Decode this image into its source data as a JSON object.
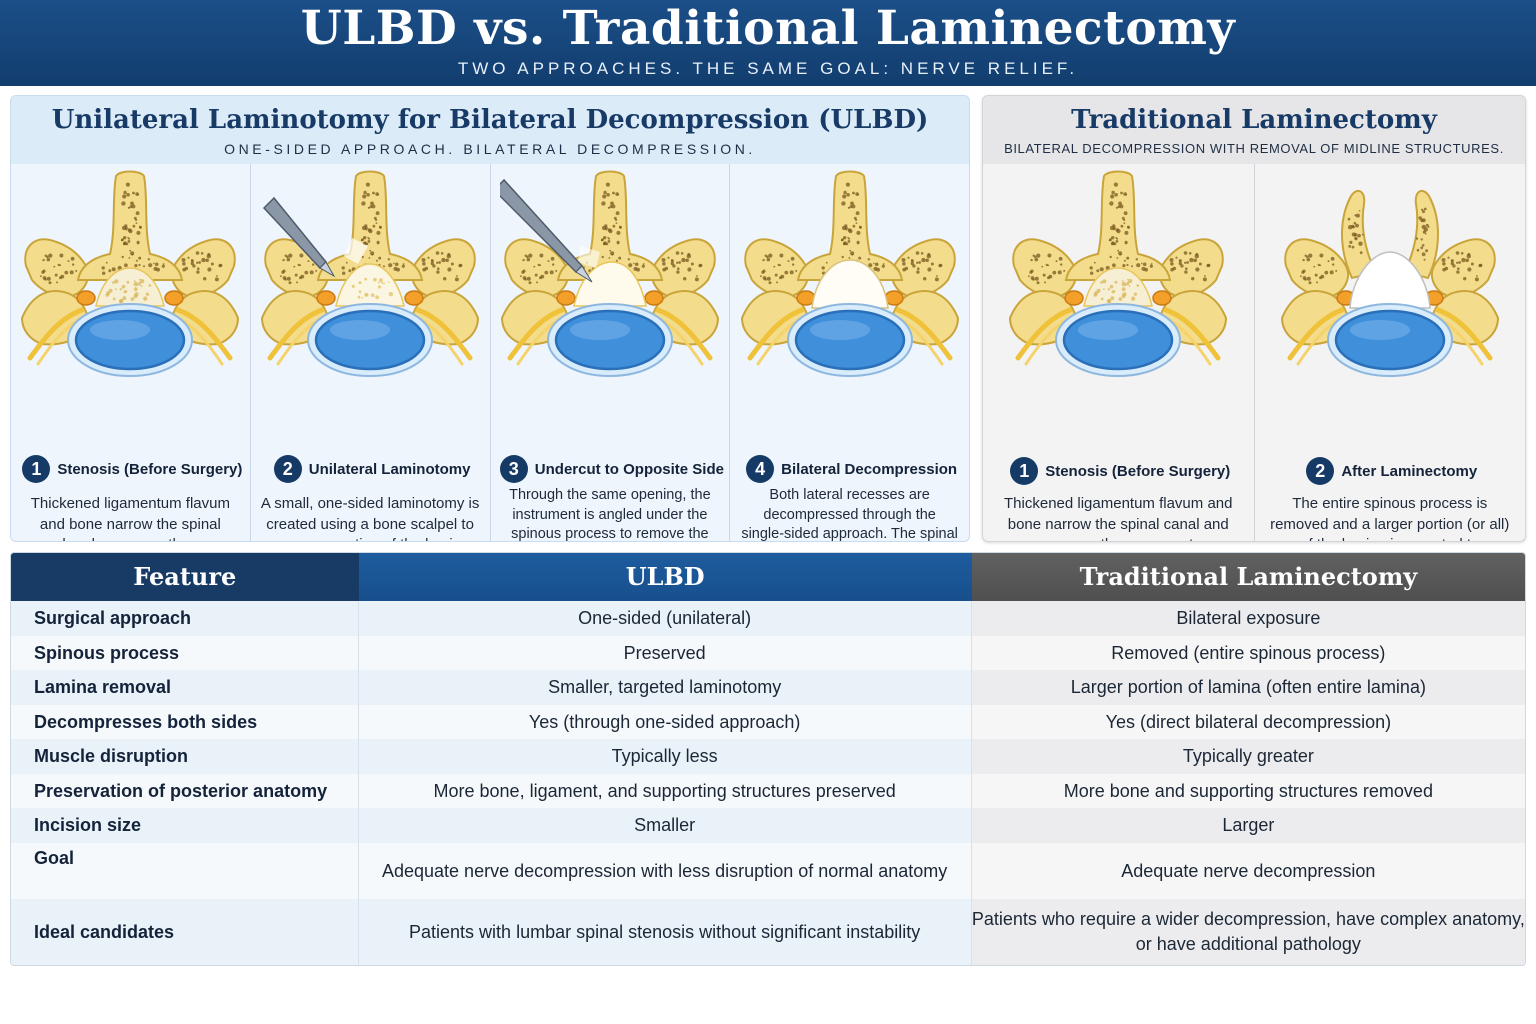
{
  "header": {
    "title": "ULBD vs. Traditional Laminectomy",
    "subtitle": "TWO APPROACHES. THE SAME GOAL: NERVE RELIEF."
  },
  "ulbd_panel": {
    "title": "Unilateral Laminotomy for Bilateral Decompression (ULBD)",
    "subtitle": "ONE-SIDED APPROACH. BILATERAL DECOMPRESSION.",
    "steps": [
      {
        "number": "1",
        "title": "Stenosis (Before Surgery)",
        "description": "Thickened ligamentum flavum and bone narrow the spinal canal and compress the nerve roots."
      },
      {
        "number": "2",
        "title": "Unilateral Laminotomy",
        "description": "A small, one-sided laminotomy is created using a bone scalpel to remove a portion of the lamina."
      },
      {
        "number": "3",
        "title": "Undercut to Opposite Side",
        "description": "Through the same opening, the instrument is angled under the spinous process to remove the remaining ligament and bone on the opposite side."
      },
      {
        "number": "4",
        "title": "Bilateral Decompression",
        "description": "Both lateral recesses are decompressed through the single-sided approach. The spinal canal is more open and the nerve roots have room."
      }
    ]
  },
  "trad_panel": {
    "title": "Traditional Laminectomy",
    "subtitle": "BILATERAL DECOMPRESSION WITH REMOVAL OF MIDLINE STRUCTURES.",
    "steps": [
      {
        "number": "1",
        "title": "Stenosis (Before Surgery)",
        "description": "Thickened ligamentum flavum and bone narrow the spinal canal and compress the nerve roots."
      },
      {
        "number": "2",
        "title": "After Laminectomy",
        "description": "The entire spinous process is removed and a larger portion (or all) of the lamina is resected to decompress both sides."
      }
    ]
  },
  "table": {
    "headers": [
      "Feature",
      "ULBD",
      "Traditional Laminectomy"
    ],
    "rows": [
      [
        "Surgical approach",
        "One-sided (unilateral)",
        "Bilateral exposure"
      ],
      [
        "Spinous process",
        "Preserved",
        "Removed (entire spinous process)"
      ],
      [
        "Lamina removal",
        "Smaller, targeted laminotomy",
        "Larger portion of lamina (often entire lamina)"
      ],
      [
        "Decompresses both sides",
        "Yes (through one-sided approach)",
        "Yes (direct bilateral decompression)"
      ],
      [
        "Muscle disruption",
        "Typically less",
        "Typically greater"
      ],
      [
        "Preservation of posterior anatomy",
        "More bone, ligament, and supporting structures preserved",
        "More bone and supporting structures removed"
      ],
      [
        "Incision size",
        "Smaller",
        "Larger"
      ],
      [
        "Goal",
        "Adequate nerve decompression with less disruption of normal anatomy",
        "Adequate nerve decompression"
      ],
      [
        "Ideal candidates",
        "Patients with lumbar spinal stenosis without significant instability",
        "Patients who require a wider decompression, have complex anatomy, or have additional pathology"
      ]
    ]
  },
  "colors": {
    "header_blue": "#123d6e",
    "bone": "#f3dc8c",
    "bone_edge": "#c9a43a",
    "ligament": "#f2a02a",
    "dura_blue": "#3f8fdb",
    "nerve_yellow": "#f0c23a"
  }
}
